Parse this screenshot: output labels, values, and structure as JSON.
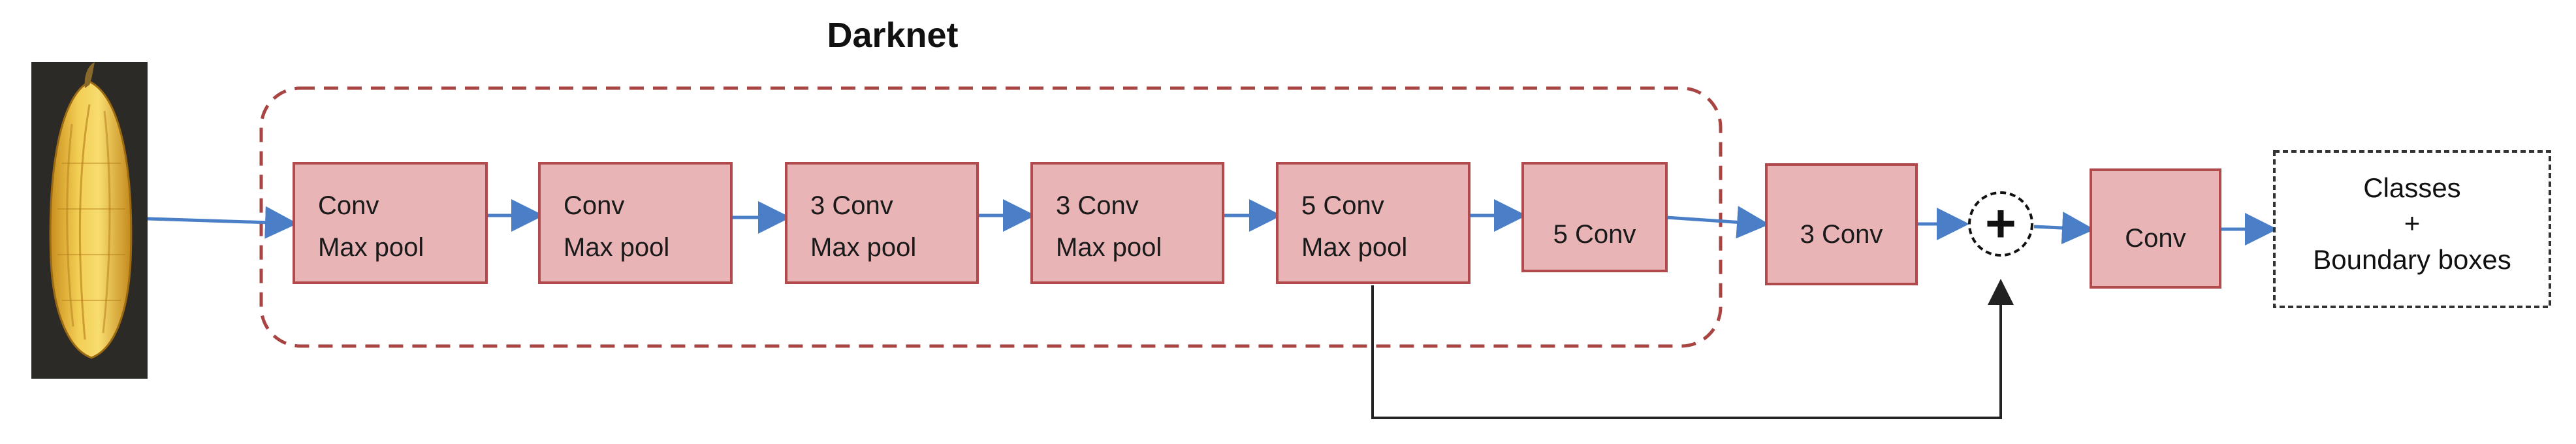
{
  "title": "Darknet",
  "colors": {
    "block_fill": "#e8b4b6",
    "block_stroke": "#b04a4c",
    "group_stroke": "#a84442",
    "arrow": "#4a7fc8",
    "skip_line": "#222222"
  },
  "input_image": {
    "icon": "corn-kernel-image"
  },
  "blocks": [
    {
      "line1": "Conv",
      "line2": "Max pool"
    },
    {
      "line1": "Conv",
      "line2": "Max pool"
    },
    {
      "line1": "3 Conv",
      "line2": "Max pool"
    },
    {
      "line1": "3 Conv",
      "line2": "Max pool"
    },
    {
      "line1": "5 Conv",
      "line2": "Max pool"
    },
    {
      "line1": "5 Conv",
      "line2": ""
    }
  ],
  "post_blocks": [
    {
      "label": "3 Conv"
    },
    {
      "label": "Conv"
    }
  ],
  "adder": {
    "symbol": "+"
  },
  "output": {
    "line1": "Classes",
    "line2": "+",
    "line3": "Boundary boxes"
  }
}
